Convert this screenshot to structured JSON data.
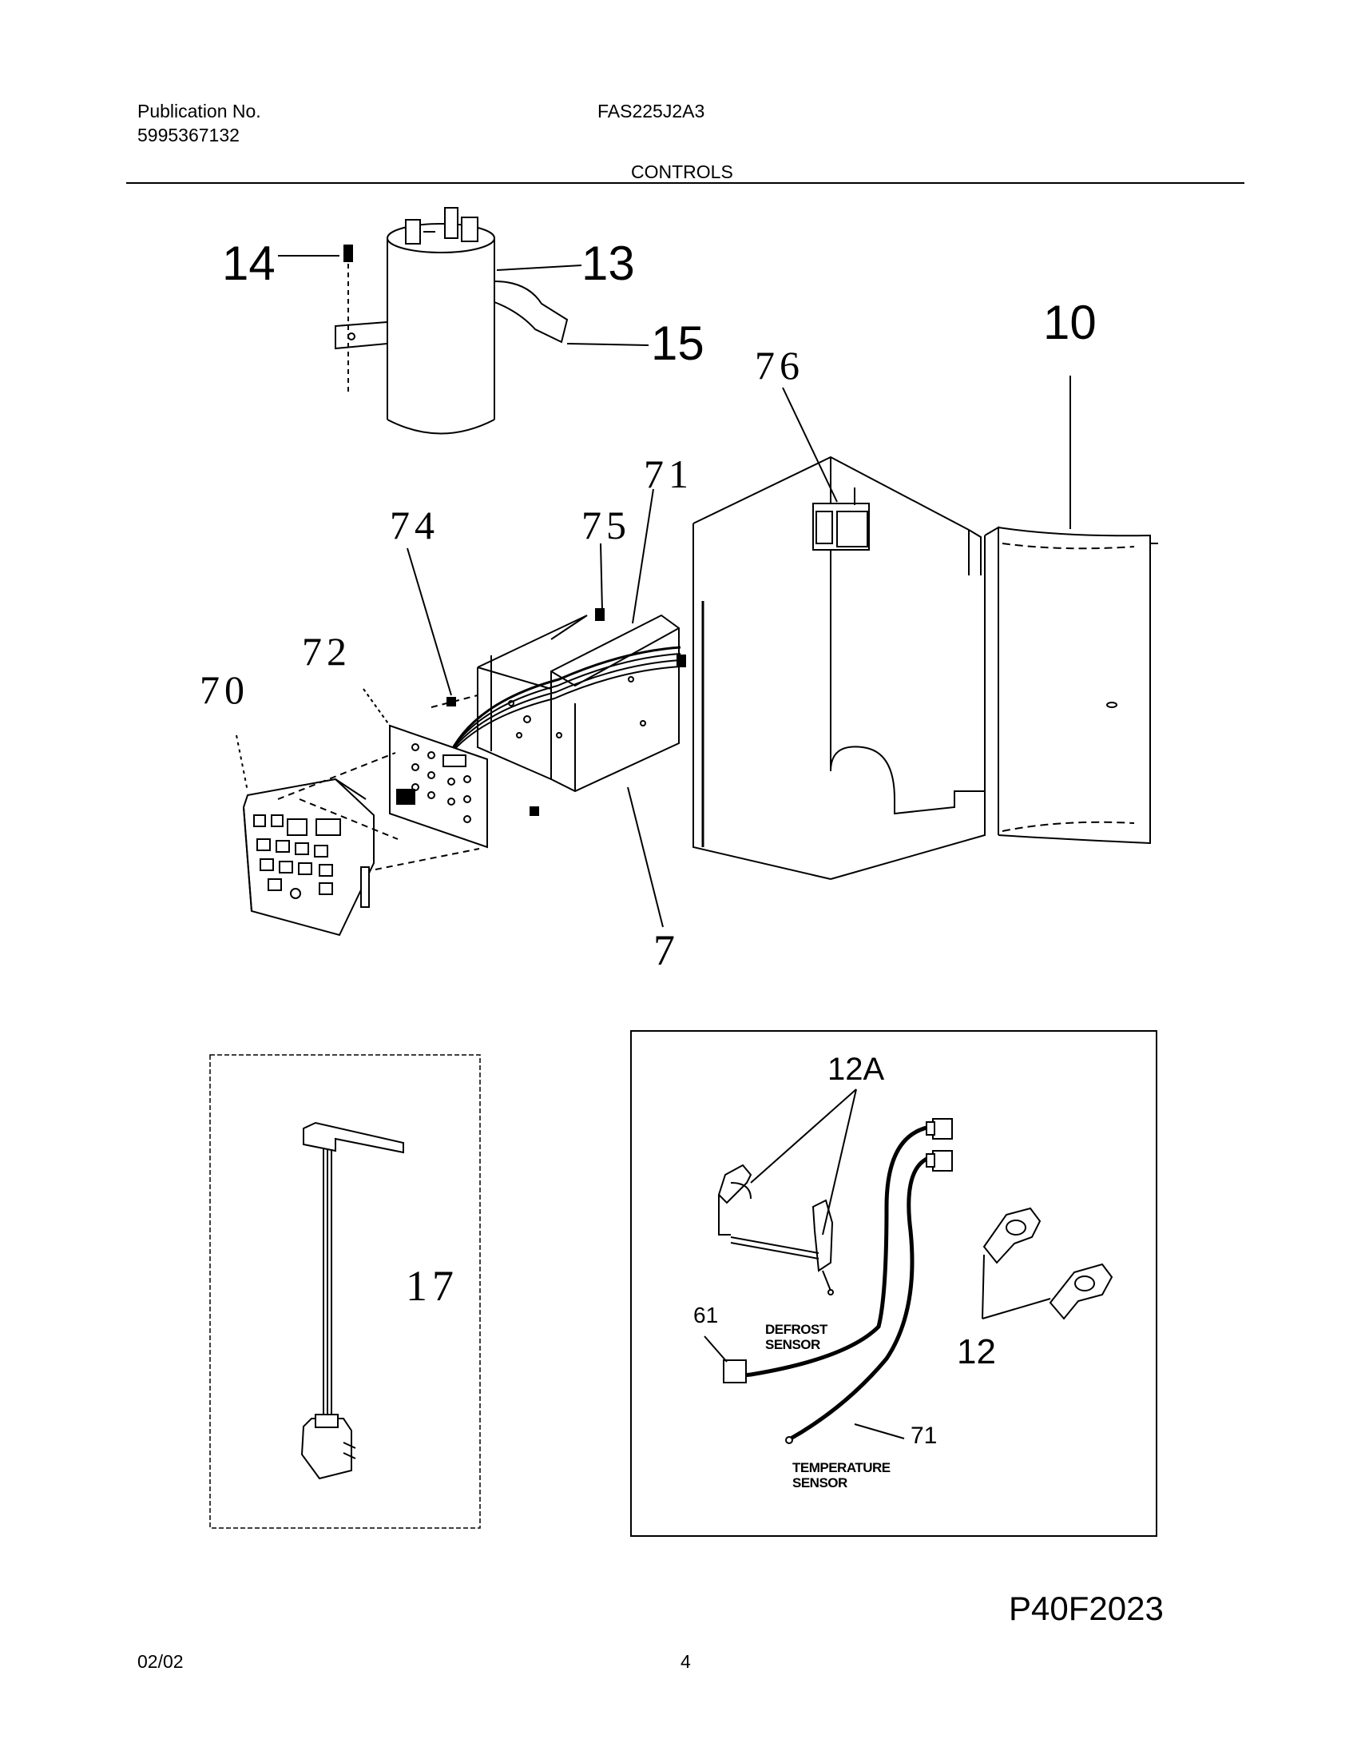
{
  "header": {
    "publication_label": "Publication No.",
    "publication_number": "5995367132",
    "model": "FAS225J2A3",
    "section_title": "CONTROLS"
  },
  "callouts": {
    "c14": "14",
    "c13": "13",
    "c15": "15",
    "c10": "10",
    "c76": "76",
    "c71_top": "71",
    "c74": "74",
    "c75": "75",
    "c72": "72",
    "c70": "70",
    "c7": "7",
    "c17": "17",
    "c12A": "12A",
    "c61": "61",
    "c12": "12",
    "c71_inset": "71"
  },
  "sensor_labels": {
    "defrost": "DEFROST SENSOR",
    "temperature": "TEMPERATURE SENSOR"
  },
  "footer": {
    "diagram_code": "P40F2023",
    "date": "02/02",
    "page_number": "4"
  }
}
